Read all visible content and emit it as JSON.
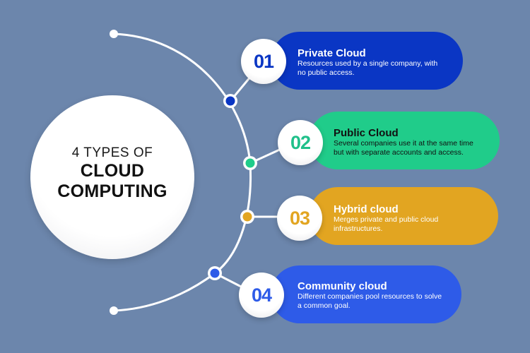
{
  "center": {
    "subtitle": "4 TYPES OF",
    "title_line1": "CLOUD",
    "title_line2": "COMPUTING"
  },
  "items": [
    {
      "number": "01",
      "title": "Private Cloud",
      "description": "Resources used by a single company, with no public access.",
      "color": "#0a36c4",
      "text_color": "#ffffff",
      "number_color": "#0a36c4"
    },
    {
      "number": "02",
      "title": "Public Cloud",
      "description": "Several companies use it at the same time but with separate accounts and access.",
      "color": "#20cc8a",
      "text_color": "#111111",
      "number_color": "#20c08a"
    },
    {
      "number": "03",
      "title": "Hybrid cloud",
      "description": "Merges private and public cloud infrastructures.",
      "color": "#e2a521",
      "text_color": "#ffffff",
      "number_color": "#e2a521"
    },
    {
      "number": "04",
      "title": "Community cloud",
      "description": "Different companies pool resources to solve a common goal.",
      "color": "#2e5be8",
      "text_color": "#ffffff",
      "number_color": "#2e5be8"
    }
  ],
  "colors": {
    "background": "#6c86ac",
    "line": "#ffffff"
  }
}
